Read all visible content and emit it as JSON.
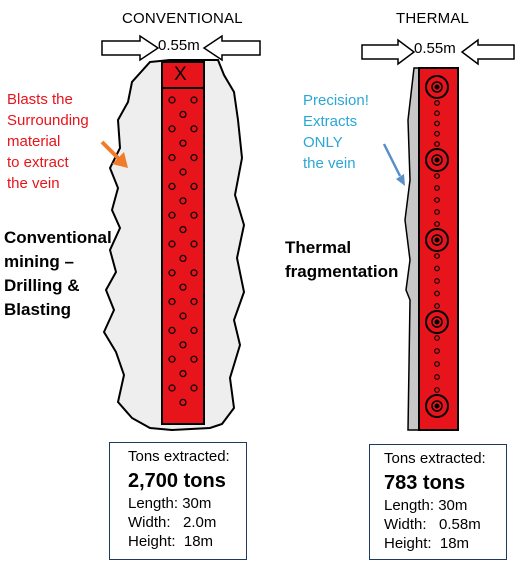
{
  "conventional": {
    "title": "CONVENTIONAL",
    "width_label": "0.55m",
    "marker": "X",
    "note": [
      "Blasts the",
      "Surrounding",
      "material",
      "to extract",
      "the vein"
    ],
    "method": [
      "Conventional",
      "mining –",
      "Drilling &",
      "Blasting"
    ],
    "stats": {
      "heading": "Tons extracted:",
      "tons": "2,700 tons",
      "length": "Length: 30m",
      "width": "Width:   2.0m",
      "height": "Height:  18m"
    }
  },
  "thermal": {
    "title": "THERMAL",
    "width_label": "0.55m",
    "note": [
      "Precision!",
      "Extracts",
      "ONLY",
      "the vein"
    ],
    "method": [
      "Thermal",
      "fragmentation"
    ],
    "stats": {
      "heading": "Tons extracted:",
      "tons": "783 tons",
      "length": "Length: 30m",
      "width": "Width:   0.58m",
      "height": "Height:  18m"
    }
  },
  "colors": {
    "vein": "#e8141b",
    "rock": "#eeeeee",
    "note_red": "#e8141b",
    "note_blue": "#2aa7d6",
    "arrow_orange": "#f07c2a",
    "arrow_blue": "#5b8fc8",
    "box_border": "#1f3a5f"
  }
}
